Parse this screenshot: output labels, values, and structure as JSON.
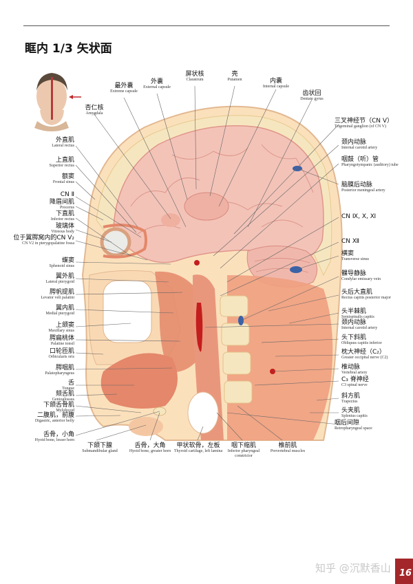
{
  "title": "眶内 1/3 矢状面",
  "watermark": "知乎 @沉默香山",
  "page_number": "16",
  "labels_top": [
    {
      "zh": "最外囊",
      "en": "Extreme capsule"
    },
    {
      "zh": "外囊",
      "en": "External capsule"
    },
    {
      "zh": "屏状核",
      "en": "Claustrum"
    },
    {
      "zh": "壳",
      "en": "Putamen"
    },
    {
      "zh": "内囊",
      "en": "Internal capsule"
    },
    {
      "zh": "齿状回",
      "en": "Dentate gyrus"
    },
    {
      "zh": "杏仁核",
      "en": "Amygdala"
    }
  ],
  "labels_left": [
    {
      "zh": "外直肌",
      "en": "Lateral rectus"
    },
    {
      "zh": "上直肌",
      "en": "Superior rectus"
    },
    {
      "zh": "额窦",
      "en": "Frontal sinus"
    },
    {
      "zh": "CN Ⅱ",
      "en": ""
    },
    {
      "zh": "降眉间肌",
      "en": "Procerus"
    },
    {
      "zh": "下直肌",
      "en": "Inferior rectus"
    },
    {
      "zh": "玻璃体",
      "en": "Vitreous body"
    },
    {
      "zh": "位于翼腭窝内的CN V₂",
      "en": "CN V2 in pterygopalatine fossa"
    },
    {
      "zh": "蝶窦",
      "en": "Sphenoid sinus"
    },
    {
      "zh": "翼外肌",
      "en": "Lateral pterygoid"
    },
    {
      "zh": "腭帆提肌",
      "en": "Levator veli palatini"
    },
    {
      "zh": "翼内肌",
      "en": "Medial pterygoid"
    },
    {
      "zh": "上颌窦",
      "en": "Maxillary sinus"
    },
    {
      "zh": "腭扁桃体",
      "en": "Palatine tonsil"
    },
    {
      "zh": "口轮匝肌",
      "en": "Orbicularis oris"
    },
    {
      "zh": "腭咽肌",
      "en": "Palatopharyngeus"
    },
    {
      "zh": "舌",
      "en": "Tongue"
    },
    {
      "zh": "颏舌肌",
      "en": "Genioglossus"
    },
    {
      "zh": "下颌舌骨肌",
      "en": "Mylohyoid"
    },
    {
      "zh": "二腹肌，前腹",
      "en": "Digastric, anterior belly"
    },
    {
      "zh": "舌骨，小角",
      "en": "Hyoid bone, lesser horn"
    }
  ],
  "labels_right": [
    {
      "zh": "三叉神经节（CN V）",
      "en": "Trigeminal ganglion (of CN V)"
    },
    {
      "zh": "颈内动脉",
      "en": "Internal carotid artery"
    },
    {
      "zh": "咽鼓（听）管",
      "en": "Pharyngotympanic (auditory) tube"
    },
    {
      "zh": "脑膜后动脉",
      "en": "Posterior meningeal artery"
    },
    {
      "zh": "CN Ⅸ, Ⅹ, Ⅺ",
      "en": ""
    },
    {
      "zh": "CN Ⅻ",
      "en": ""
    },
    {
      "zh": "横窦",
      "en": "Transverse sinus"
    },
    {
      "zh": "髁导静脉",
      "en": "Condylar emissary vein"
    },
    {
      "zh": "头后大直肌",
      "en": "Rectus capitis posterior major"
    },
    {
      "zh": "头半棘肌",
      "en": "Semispinalis capitis"
    },
    {
      "zh": "颈内动脉",
      "en": "Internal carotid artery"
    },
    {
      "zh": "头下斜肌",
      "en": "Obliquus capitis inferior"
    },
    {
      "zh": "枕大神经（C₂）",
      "en": "Greater occipital nerve (C2)"
    },
    {
      "zh": "椎动脉",
      "en": "Vertebral artery"
    },
    {
      "zh": "C₃ 脊神经",
      "en": "C3 spinal nerve"
    },
    {
      "zh": "斜方肌",
      "en": "Trapezius"
    },
    {
      "zh": "头夹肌",
      "en": "Splenius capitis"
    },
    {
      "zh": "咽后间隙",
      "en": "Retropharyngeal space"
    }
  ],
  "labels_bottom": [
    {
      "zh": "下颌下腺",
      "en": "Submandibular gland"
    },
    {
      "zh": "舌骨，大角",
      "en": "Hyoid bone, greater horn"
    },
    {
      "zh": "甲状软骨，左板",
      "en": "Thyroid cartilage, left lamina"
    },
    {
      "zh": "咽下缩肌",
      "en": "Inferior pharyngeal constrictor"
    },
    {
      "zh": "椎前肌",
      "en": "Prevertebral muscles"
    }
  ],
  "colors": {
    "brain": "#f3c3b8",
    "brain_outline": "#e0968a",
    "muscle": "#e4876a",
    "bone": "#f6e6bf",
    "fat": "#fbe0bc",
    "artery": "#c41d1d",
    "vein": "#3a62a8",
    "badge": "#a3272a"
  }
}
